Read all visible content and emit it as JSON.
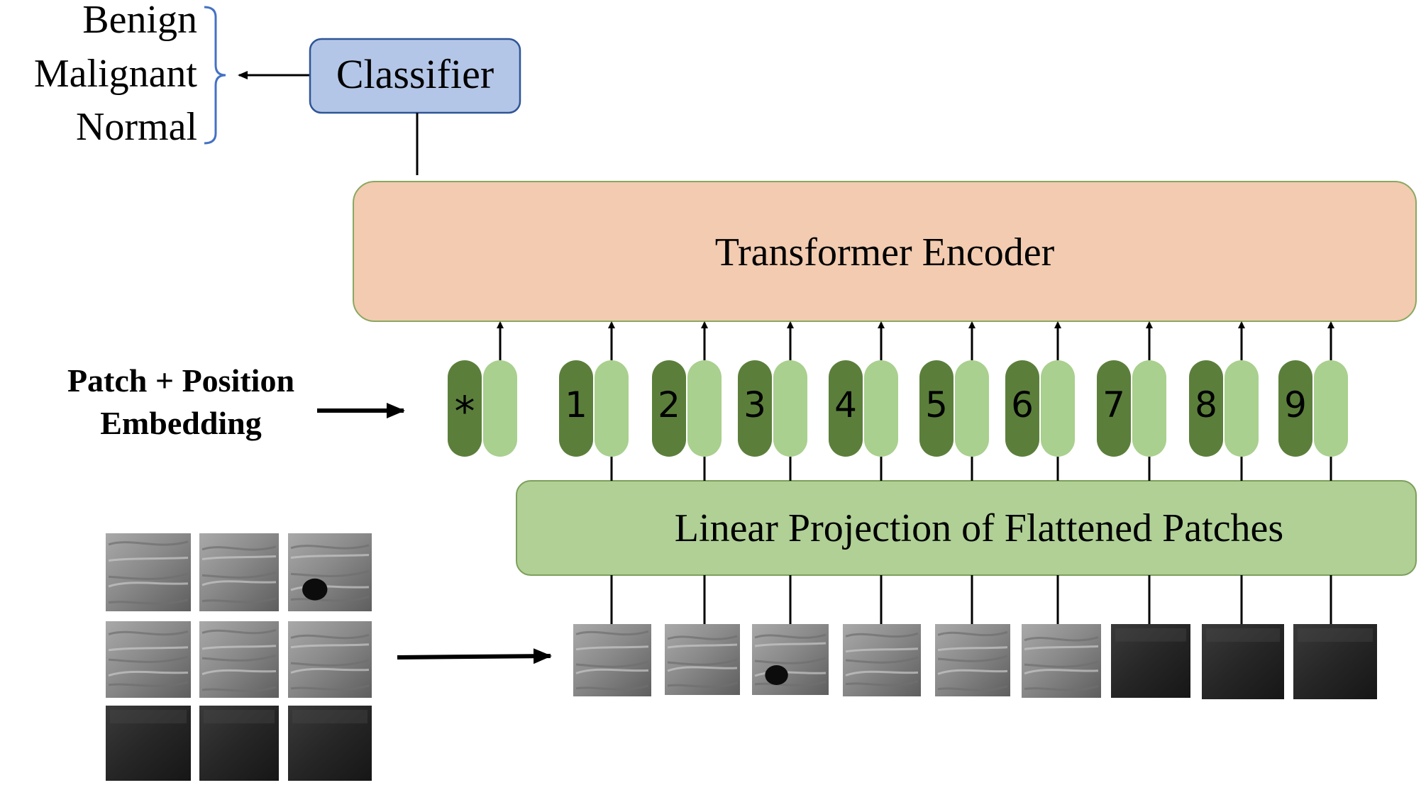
{
  "output_classes": [
    "Benign",
    "Malignant",
    "Normal"
  ],
  "classifier": {
    "label": "Classifier",
    "fill": "#b4c6e7",
    "stroke": "#2f5597"
  },
  "encoder": {
    "label": "Transformer Encoder",
    "fill": "#f2cbb0",
    "stroke": "#8aa860"
  },
  "embedding_label": {
    "line1": "Patch + Position",
    "line2": "Embedding"
  },
  "projection": {
    "label": "Linear Projection of Flattened Patches",
    "fill": "#b0d096",
    "stroke": "#7da05c"
  },
  "tokens": [
    "*",
    "1",
    "2",
    "3",
    "4",
    "5",
    "6",
    "7",
    "8",
    "9"
  ],
  "colors": {
    "token_dark": "#5b7f3b",
    "token_light": "#a9d08e",
    "bracket": "#4472c4",
    "arrow": "#000000",
    "patch_bright": "#8e8e8e",
    "patch_dark": "#262626"
  },
  "patch_tone": [
    "bright",
    "bright",
    "bright",
    "bright",
    "bright",
    "bright",
    "dark",
    "dark",
    "dark"
  ]
}
